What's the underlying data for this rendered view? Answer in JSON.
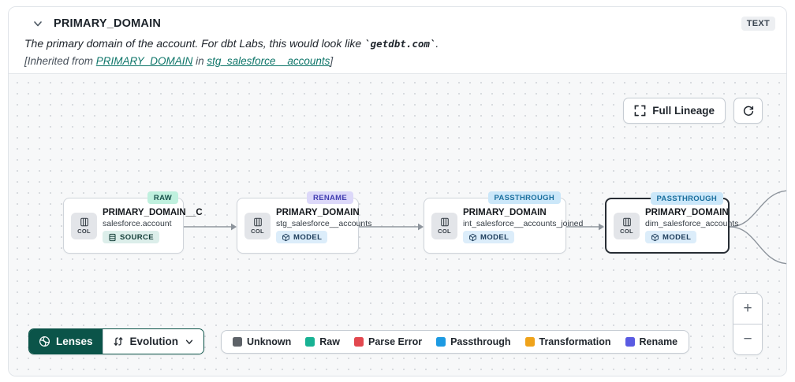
{
  "header": {
    "title": "PRIMARY_DOMAIN",
    "type_badge": "TEXT",
    "description": {
      "prefix": "The primary domain of the account. For dbt Labs, this would look like ",
      "code": "`getdbt.com`",
      "suffix": "."
    },
    "inherited": {
      "open": "[Inherited from ",
      "column_link": "PRIMARY_DOMAIN",
      "middle": " in ",
      "model_link": "stg_salesforce__accounts",
      "close": "]"
    }
  },
  "toolbar": {
    "full_lineage_label": "Full Lineage"
  },
  "nodes": [
    {
      "tag": "RAW",
      "tag_bg": "#bff0de",
      "tag_fg": "#174f49",
      "col_label": "COL",
      "title": "PRIMARY_DOMAIN__C",
      "subtitle": "salesforce.account",
      "resource": "SOURCE",
      "res_bg": "#dceeea",
      "res_fg": "#17403b"
    },
    {
      "tag": "RENAME",
      "tag_bg": "#dcd8f9",
      "tag_fg": "#403cb0",
      "col_label": "COL",
      "title": "PRIMARY_DOMAIN",
      "subtitle": "stg_salesforce__accounts",
      "resource": "MODEL",
      "res_bg": "#dcedfa",
      "res_fg": "#1d3c5a"
    },
    {
      "tag": "PASSTHROUGH",
      "tag_bg": "#cbe7f9",
      "tag_fg": "#1a6f9e",
      "col_label": "COL",
      "title": "PRIMARY_DOMAIN",
      "subtitle": "int_salesforce__accounts_joined",
      "resource": "MODEL",
      "res_bg": "#dcedfa",
      "res_fg": "#1d3c5a"
    },
    {
      "tag": "PASSTHROUGH",
      "tag_bg": "#cbe7f9",
      "tag_fg": "#1a6f9e",
      "col_label": "COL",
      "title": "PRIMARY_DOMAIN",
      "subtitle": "dim_salesforce_accounts",
      "resource": "MODEL",
      "res_bg": "#dcedfa",
      "res_fg": "#1d3c5a"
    }
  ],
  "lenses": {
    "label": "Lenses",
    "selected": "Evolution"
  },
  "legend": {
    "items": [
      {
        "label": "Unknown",
        "color": "#5d6268"
      },
      {
        "label": "Raw",
        "color": "#18b294"
      },
      {
        "label": "Parse Error",
        "color": "#e2484f"
      },
      {
        "label": "Passthrough",
        "color": "#1d9ae2"
      },
      {
        "label": "Transformation",
        "color": "#efa31b"
      },
      {
        "label": "Rename",
        "color": "#5a5be2"
      }
    ]
  },
  "zoom": {
    "in": "+",
    "out": "−"
  }
}
